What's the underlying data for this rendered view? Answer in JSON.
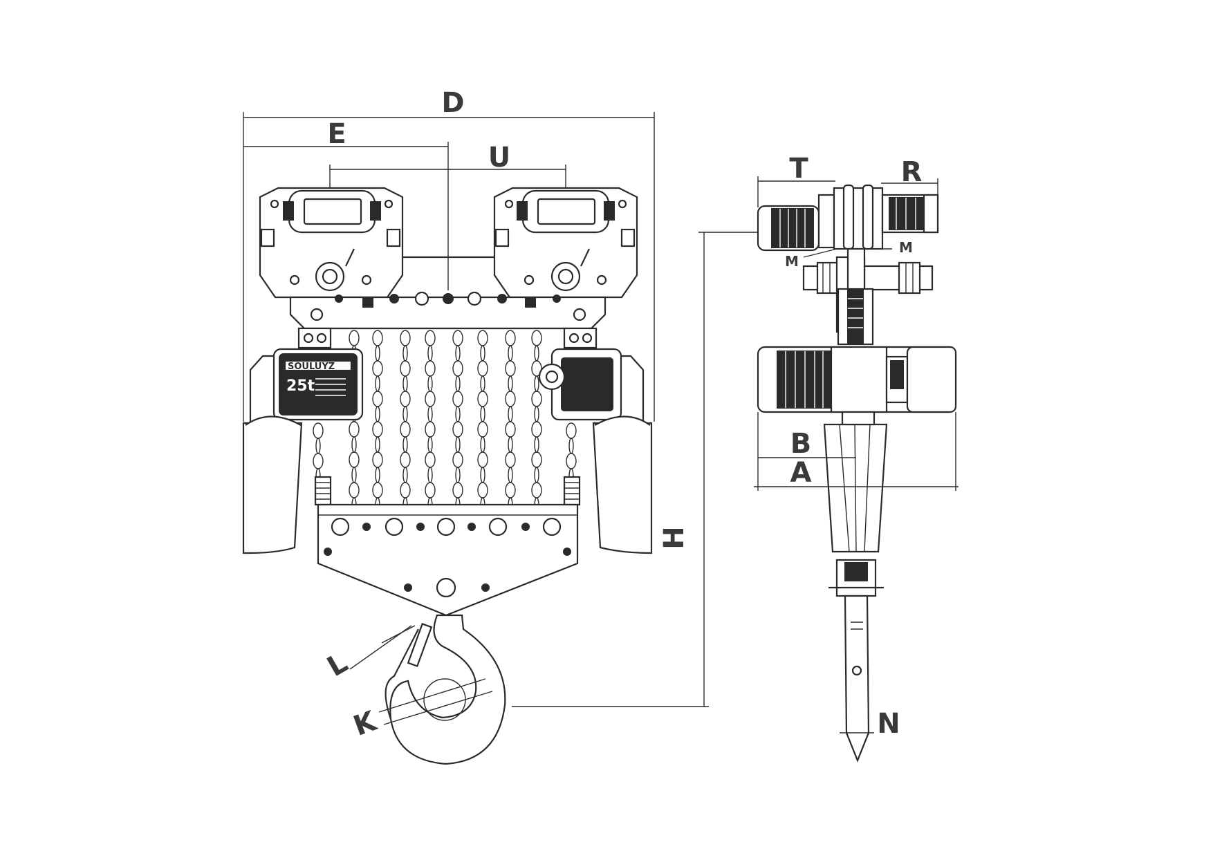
{
  "dimension_labels": {
    "D": "D",
    "E": "E",
    "U": "U",
    "H": "H",
    "L": "L",
    "K": "K",
    "T": "T",
    "R": "R",
    "M_left": "M",
    "M_right": "M",
    "B": "B",
    "A": "A",
    "N": "N"
  },
  "nameplate": {
    "brand": "SOULUYZ",
    "capacity": "25t"
  },
  "colors": {
    "line": "#2a2a2a",
    "label": "#3a3a3a",
    "background": "#ffffff"
  }
}
